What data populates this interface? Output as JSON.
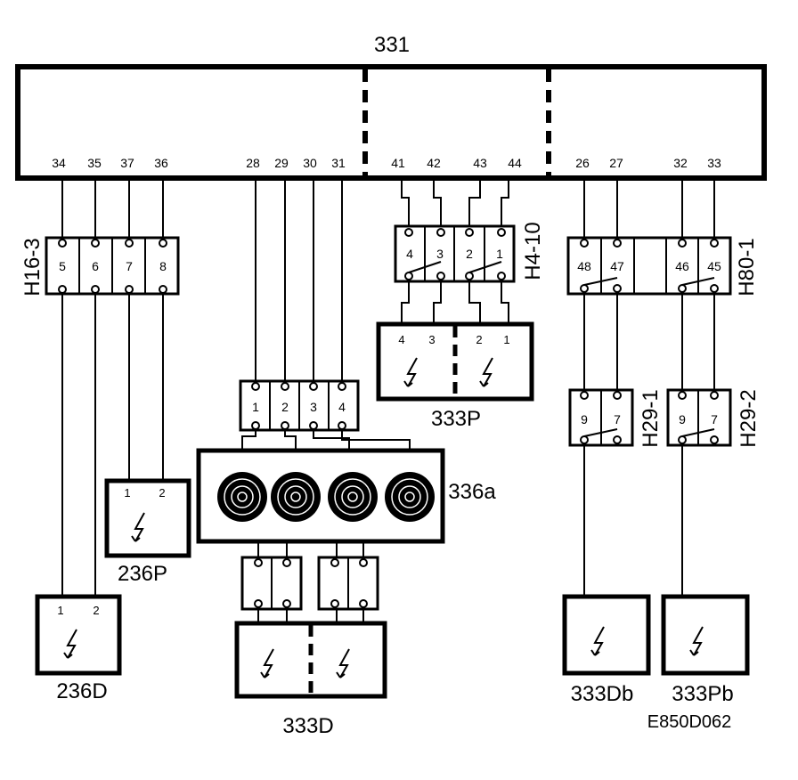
{
  "title": "331",
  "ecu_pins": [
    "34",
    "35",
    "37",
    "36",
    "28",
    "29",
    "30",
    "31",
    "41",
    "42",
    "43",
    "44",
    "26",
    "27",
    "32",
    "33"
  ],
  "connectors": {
    "h16_3": {
      "label": "H16-3",
      "pins": [
        "5",
        "6",
        "7",
        "8"
      ]
    },
    "h4_10": {
      "label": "H4-10",
      "pins": [
        "4",
        "3",
        "2",
        "1"
      ]
    },
    "h80_1": {
      "label": "H80-1",
      "pins": [
        "48",
        "47",
        "46",
        "45"
      ]
    },
    "h29_1": {
      "label": "H29-1",
      "pins": [
        "9",
        "7"
      ]
    },
    "h29_2": {
      "label": "H29-2",
      "pins": [
        "9",
        "7"
      ]
    },
    "coil_conn": {
      "pins": [
        "1",
        "2",
        "3",
        "4"
      ]
    }
  },
  "components": {
    "c236p": {
      "label": "236P",
      "pins": [
        "1",
        "2"
      ]
    },
    "c236d": {
      "label": "236D",
      "pins": [
        "1",
        "2"
      ]
    },
    "c333p": {
      "label": "333P",
      "pins": [
        "4",
        "3",
        "2",
        "1"
      ]
    },
    "c336a": {
      "label": "336a"
    },
    "c333d": {
      "label": "333D"
    },
    "c333db": {
      "label": "333Db"
    },
    "c333pb": {
      "label": "333Pb"
    }
  },
  "diagram_code": "E850D062"
}
